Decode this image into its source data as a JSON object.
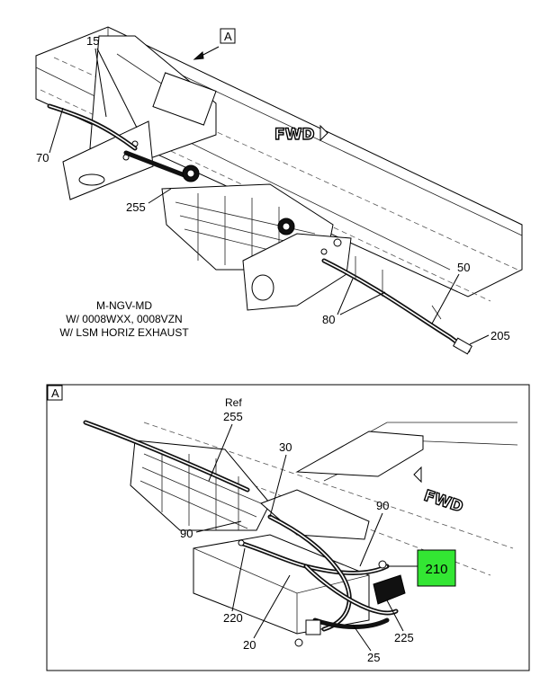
{
  "view_top": {
    "view_ref": "A",
    "fwd": "FWD",
    "callouts": {
      "c15": "15",
      "c70": "70",
      "c255": "255",
      "c50": "50",
      "c80": "80",
      "c205": "205"
    },
    "notes": [
      "M-NGV-MD",
      "W/ 0008WXX, 0008VZN",
      "W/ LSM HORIZ EXHAUST"
    ]
  },
  "detail_a": {
    "label": "A",
    "fwd": "FWD",
    "ref_label": "Ref",
    "callouts": {
      "c255": "255",
      "c30": "30",
      "c90_left": "90",
      "c90_right": "90",
      "c210": "210",
      "c220": "220",
      "c20": "20",
      "c225": "225",
      "c25": "25"
    },
    "highlight": {
      "text": "210",
      "color": "#33e633"
    }
  }
}
